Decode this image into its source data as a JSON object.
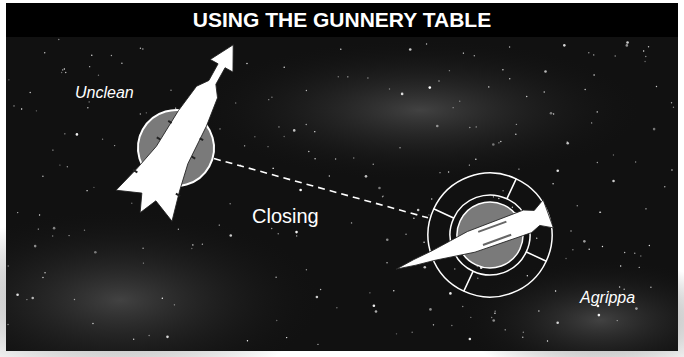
{
  "diagram": {
    "title": "USING THE GUNNERY TABLE",
    "nodes": [
      {
        "text": [
          "Unclean"
        ]
      },
      {
        "text": [
          "Agrippa"
        ]
      }
    ],
    "edges": [
      {
        "from": 0,
        "to": 1,
        "label": "Closing",
        "arrow": "none"
      }
    ]
  }
}
